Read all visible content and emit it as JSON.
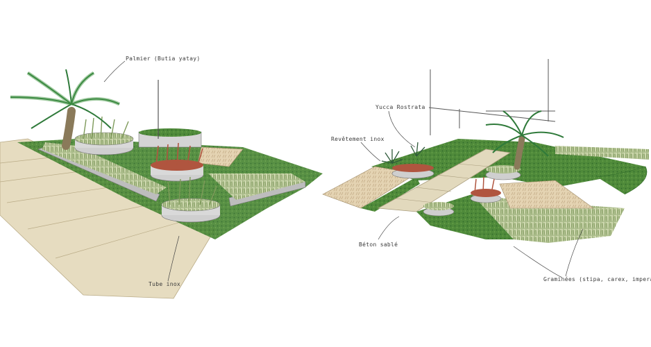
{
  "labels": {
    "palmier": "Palmier (Butia yatay)",
    "tube": "Tube inox",
    "yucca": "Yucca Rostrata",
    "revetement": "Revêtement inox",
    "beton": "Béton sablé",
    "graminees": "Graminées (stipa, carex, imperata...)"
  },
  "colors": {
    "paving": "#e6dcc0",
    "lawn": "#4f8a3a",
    "lawn_dark": "#2f6a2a",
    "gravel": "#ddc9a6",
    "planter": "#c9c9c9",
    "grass_tuft": "#8ba26a",
    "red_grass": "#b0553f"
  }
}
